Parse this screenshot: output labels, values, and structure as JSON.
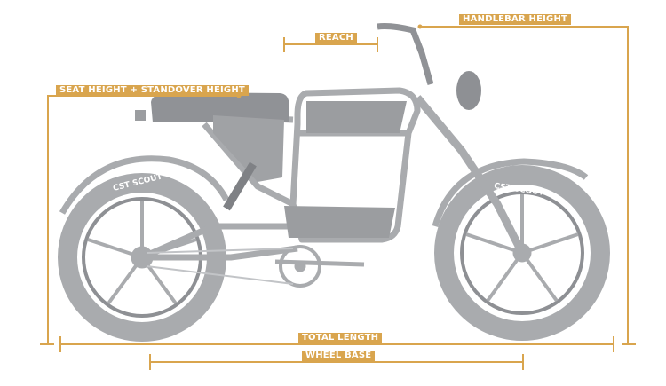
{
  "colors": {
    "accent": "#d9a54e",
    "bike": "#a9abae",
    "bike_dark": "#8e9094"
  },
  "labels": {
    "handlebar_height": "HANDLEBAR HEIGHT",
    "reach": "REACH",
    "seat_height": "SEAT HEIGHT + STANDOVER HEIGHT",
    "total_length": "TOTAL LENGTH",
    "wheel_base": "WHEEL BASE"
  },
  "bike": {
    "tire_brand": "CST SCOUT"
  }
}
